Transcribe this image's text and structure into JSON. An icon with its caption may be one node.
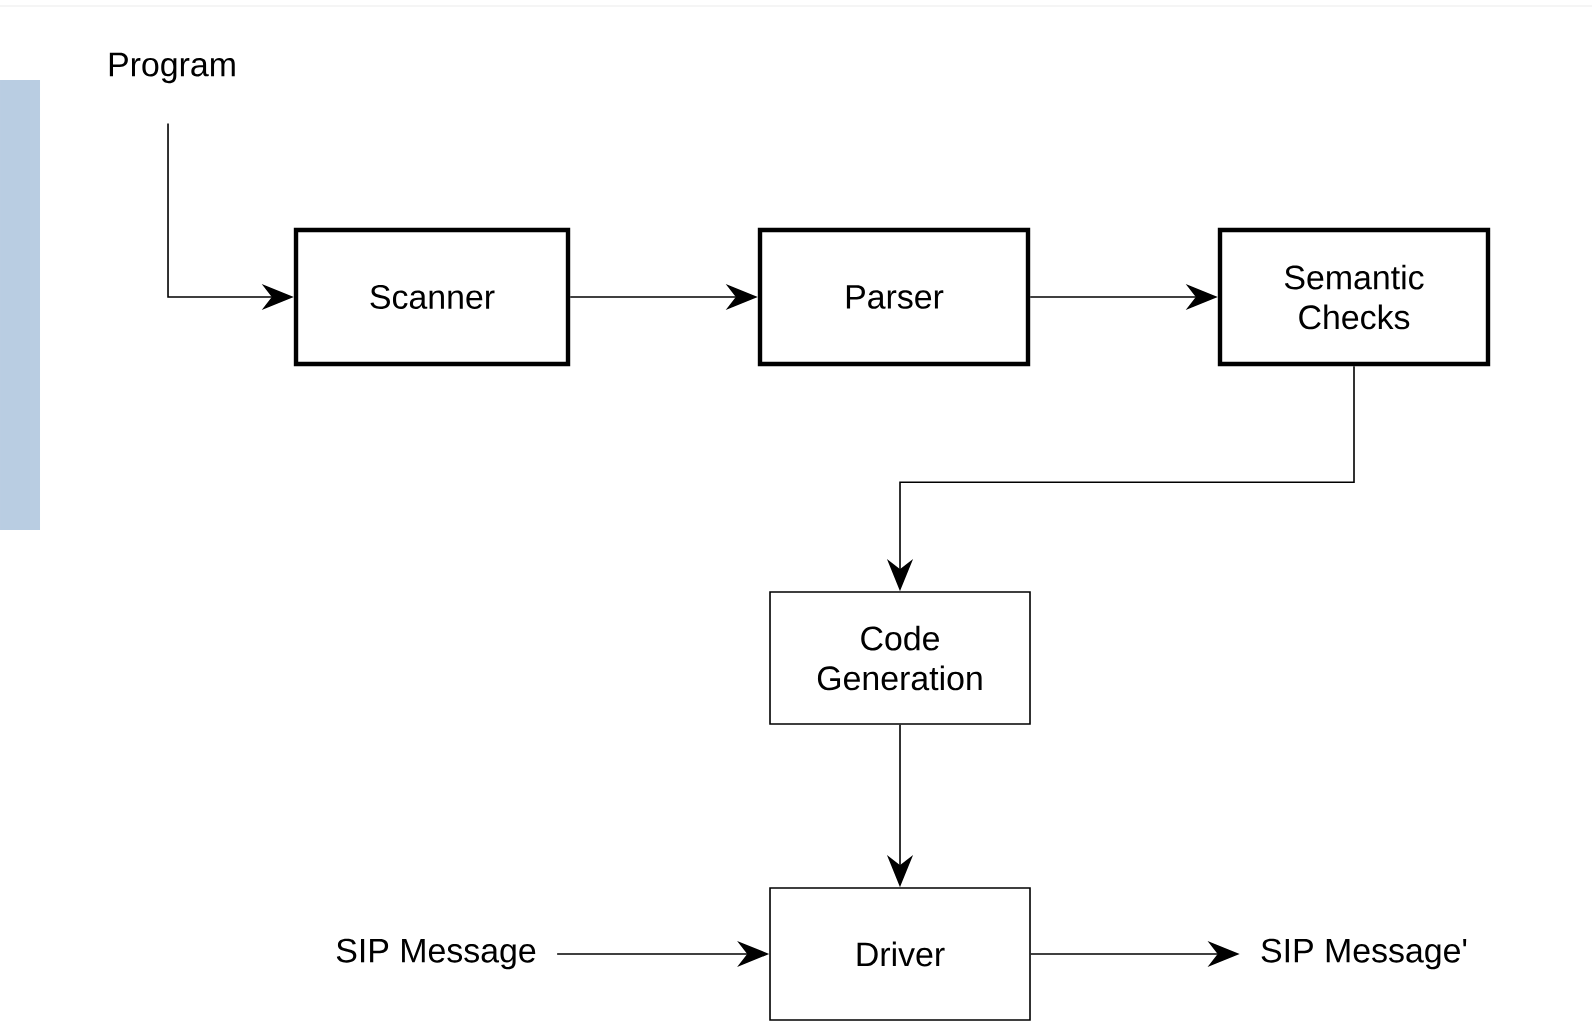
{
  "diagram": {
    "nodes": [
      {
        "text": [
          "Program"
        ]
      },
      {
        "text": [
          "Scanner"
        ]
      },
      {
        "text": [
          "Parser"
        ]
      },
      {
        "text": [
          "Semantic Checks"
        ]
      },
      {
        "text": [
          "Code Generation"
        ]
      },
      {
        "text": [
          "SIP Message"
        ]
      },
      {
        "text": [
          "Driver"
        ]
      },
      {
        "text": [
          "SIP Message'"
        ]
      },
      {
        "text": [],
        "shape": "bar"
      }
    ],
    "edges": [
      {
        "from": 0,
        "to": 1,
        "arrow": "to"
      },
      {
        "from": 1,
        "to": 2,
        "arrow": "to"
      },
      {
        "from": 2,
        "to": 3,
        "arrow": "to"
      },
      {
        "from": 3,
        "to": 4,
        "arrow": "to"
      },
      {
        "from": 4,
        "to": 6,
        "arrow": "to"
      },
      {
        "from": 5,
        "to": 6,
        "arrow": "to"
      },
      {
        "from": 6,
        "to": 7,
        "arrow": "to"
      }
    ]
  }
}
